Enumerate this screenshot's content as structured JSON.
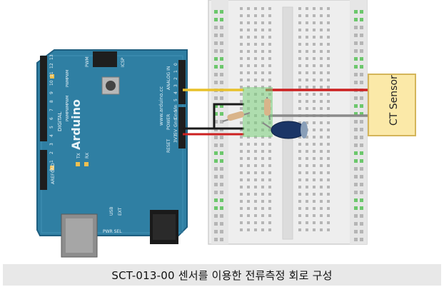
{
  "board": {
    "name": "Arduino",
    "url": "www.arduino.cc",
    "digital_label": "DIGITAL",
    "pwm_label": "PWM",
    "icsp_label": "ICSP",
    "analog_label": "ANALOG IN",
    "power_label": "POWER",
    "reset_label": "RESET",
    "aref_label": "AREF",
    "gnd_label": "GND",
    "tx_label": "TX",
    "rx_label": "RX",
    "usb_label": "USB",
    "ext_label": "EXT",
    "pwr_sel_label": "PWR SEL",
    "pwm_marks": [
      "PWM",
      "PWM",
      "PWM",
      "PWM",
      "PWM"
    ],
    "digital_pins": [
      "13",
      "12",
      "11",
      "10",
      "9",
      "8",
      "7",
      "6",
      "5",
      "4",
      "3",
      "2",
      "1",
      "0"
    ],
    "analog_pins": [
      "0",
      "1",
      "2",
      "3",
      "4",
      "5"
    ],
    "power_pins": [
      "Vin",
      "Gnd",
      "Gnd",
      "5V",
      "3V3"
    ]
  },
  "sensor": {
    "label": "CT Sensor"
  },
  "caption": "SCT-013-00 센서를 이용한 전류측정 회로 구성",
  "colors": {
    "board": "#2f7fa3",
    "board_edge": "#1f5f80",
    "breadboard": "#eeeeee",
    "sensor": "#fbe9a8",
    "wire_yellow": "#e8c12a",
    "wire_red": "#cc2020",
    "wire_black": "#1a1a1a",
    "wire_gray": "#8a8a8a",
    "capacitor": "#1b3566"
  }
}
